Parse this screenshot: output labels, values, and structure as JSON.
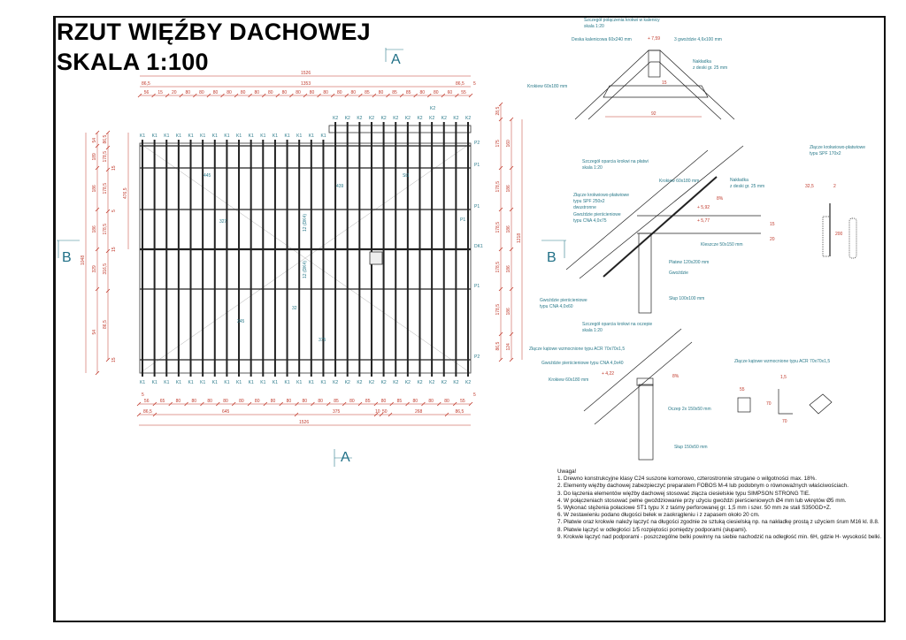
{
  "title": {
    "line1": "RZUT WIĘŹBY DACHOWEJ",
    "line2": "SKALA 1:100"
  },
  "section_marks": {
    "a": "A",
    "b": "B"
  },
  "plan": {
    "top_dims": {
      "overall": "1526",
      "middle": "1353",
      "ends": [
        "86,5",
        "86,5"
      ],
      "end_offset": "5",
      "spacings": [
        "56",
        "15",
        "20",
        "80",
        "80",
        "80",
        "80",
        "80",
        "80",
        "80",
        "80",
        "80",
        "80",
        "80",
        "80",
        "80",
        "85",
        "80",
        "85",
        "85",
        "80",
        "80",
        "60",
        "55"
      ]
    },
    "bottom_dims": {
      "overall": "1526",
      "segments": [
        "86,5",
        "645",
        "375",
        "10",
        "50",
        "268",
        "86,5"
      ],
      "spacings": [
        "56",
        "65",
        "80",
        "80",
        "80",
        "80",
        "80",
        "80",
        "80",
        "80",
        "80",
        "80",
        "85",
        "80",
        "85",
        "80",
        "85",
        "80",
        "80",
        "80",
        "55"
      ],
      "end_offset": "5"
    },
    "left_dims": {
      "overall": "1048",
      "inner": [
        "54",
        "189",
        "186",
        "186",
        "329",
        "54"
      ],
      "inner2": [
        "86,5",
        "178,5",
        "178,5",
        "178,5",
        "316,5",
        "86,5"
      ],
      "gaps": [
        "15",
        "5",
        "15",
        "15"
      ],
      "half": "476,5"
    },
    "right_dims": {
      "overall": "1218",
      "outer": [
        "28,5",
        "175",
        "178,5",
        "178,5",
        "178,5",
        "178,5",
        "86,5"
      ],
      "inner": [
        "160",
        "186",
        "186",
        "186",
        "186",
        "124"
      ]
    },
    "labels": {
      "rafter_k1": "K1",
      "rafter_k2": "K2",
      "purlins": [
        "P2",
        "P1",
        "P1",
        "DK1",
        "P1",
        "P2"
      ],
      "inner": [
        "445",
        "439",
        "327",
        "375",
        "345",
        "32",
        "12 (DK4)",
        "12 (DK4)",
        "K2",
        "St1",
        "P1"
      ]
    }
  },
  "details": {
    "ridge": {
      "title": "Szczegół połączenia krokwi w kalenicy",
      "scale": "skala 1:20",
      "labels": [
        "Deska kalenicowa 60x240 mm",
        "3 gwoździe 4,6x100 mm",
        "Nakładka",
        "z deski gr. 25 mm",
        "Krokiew 60x180 mm"
      ],
      "elev": "+ 7,59",
      "dims": [
        "92",
        "15"
      ]
    },
    "purlin": {
      "title": "Szczegół oparcia krokwi na płatwi",
      "scale": "skala 1:20",
      "labels": [
        "Krokiew 60x180 mm",
        "Złącze krokwiowo-płatwiowe",
        "typu SPF 250x2",
        "dwustronne",
        "Gwoździe pierścieniowe",
        "typu CNA 4,0x75",
        "Nakładka",
        "z deski gr. 25 mm",
        "Kleszcze 50x150 mm",
        "Płatew 120x200 mm",
        "Gwoździe",
        "Słup 100x100 mm",
        "Gwoździe pierścieniowe",
        "typu CNA 4,0x60"
      ],
      "elevs": [
        "+ 5,92",
        "+ 5,77"
      ],
      "angle": "8%",
      "dims": [
        "15",
        "20"
      ]
    },
    "wall": {
      "title": "Szczegół oparcia krokwi na oczepie",
      "scale": "skala 1:20",
      "labels": [
        "Złącze kątowe wzmocnione typu ACR 70x70x1,5",
        "Gwoździe pierścieniowe typu CNA 4,0x40",
        "Krokiew 60x180 mm",
        "Oczep 2x 150x50 mm",
        "Słup 150x50 mm"
      ],
      "elev": "+ 4,22",
      "angle": "8%"
    },
    "spf": {
      "title": "Złącze krokwiowo-płatwiowe",
      "subtitle": "typu SPF 170x2",
      "dims": [
        "32,5",
        "2",
        "200"
      ]
    },
    "acr": {
      "title": "Złącze kątowe wzmocnione typu ACR 70x70x1,5",
      "dims": [
        "55",
        "1,5",
        "70",
        "70"
      ]
    }
  },
  "notes": {
    "heading": "Uwaga!",
    "items": [
      "1. Drewno konstrukcyjne klasy C24 suszone komorowo, czterostronnie strugane o wilgotności max. 18%.",
      "2. Elementy więźby dachowej zabezpieczyć preparatem FOBOS M-4 lub podobnym o równoważnych właściwościach.",
      "3. Do łączenia elementów więźby dachowej stosować złącza ciesielskie typu SIMPSON STRONG TIE.",
      "4. W połączeniach stosować pełne gwoździowanie przy użyciu gwoździ pierścieniowych Ø4 mm lub wkrętów Ø5 mm.",
      "5. Wykonać stężenia połaciowe ST1 typu X z taśmy perforowanej gr. 1,5 mm i szer. 50 mm ze stali S350GD+Z.",
      "6. W zestawieniu podano długości belek w zaokrągleniu i z zapasem około 20 cm.",
      "7. Płatwie oraz krokwie należy łączyć na długości zgodnie ze sztuką ciesielską np. na nakładkę prostą z użyciem śrum M16 kl. 8.8.",
      "8. Płatwie łączyć w odległości 1/5 rozpiętości pomiędzy podporami (słupami).",
      "9. Krokwie łączyć nad podporami - poszczególne belki powinny na siebie nachodzić na odległość min. 6H, gdzie H- wysokość belki."
    ]
  },
  "colors": {
    "dimension": "#c0392b",
    "label": "#2a7a8a",
    "section": "#1f6f86",
    "line": "#222222"
  }
}
